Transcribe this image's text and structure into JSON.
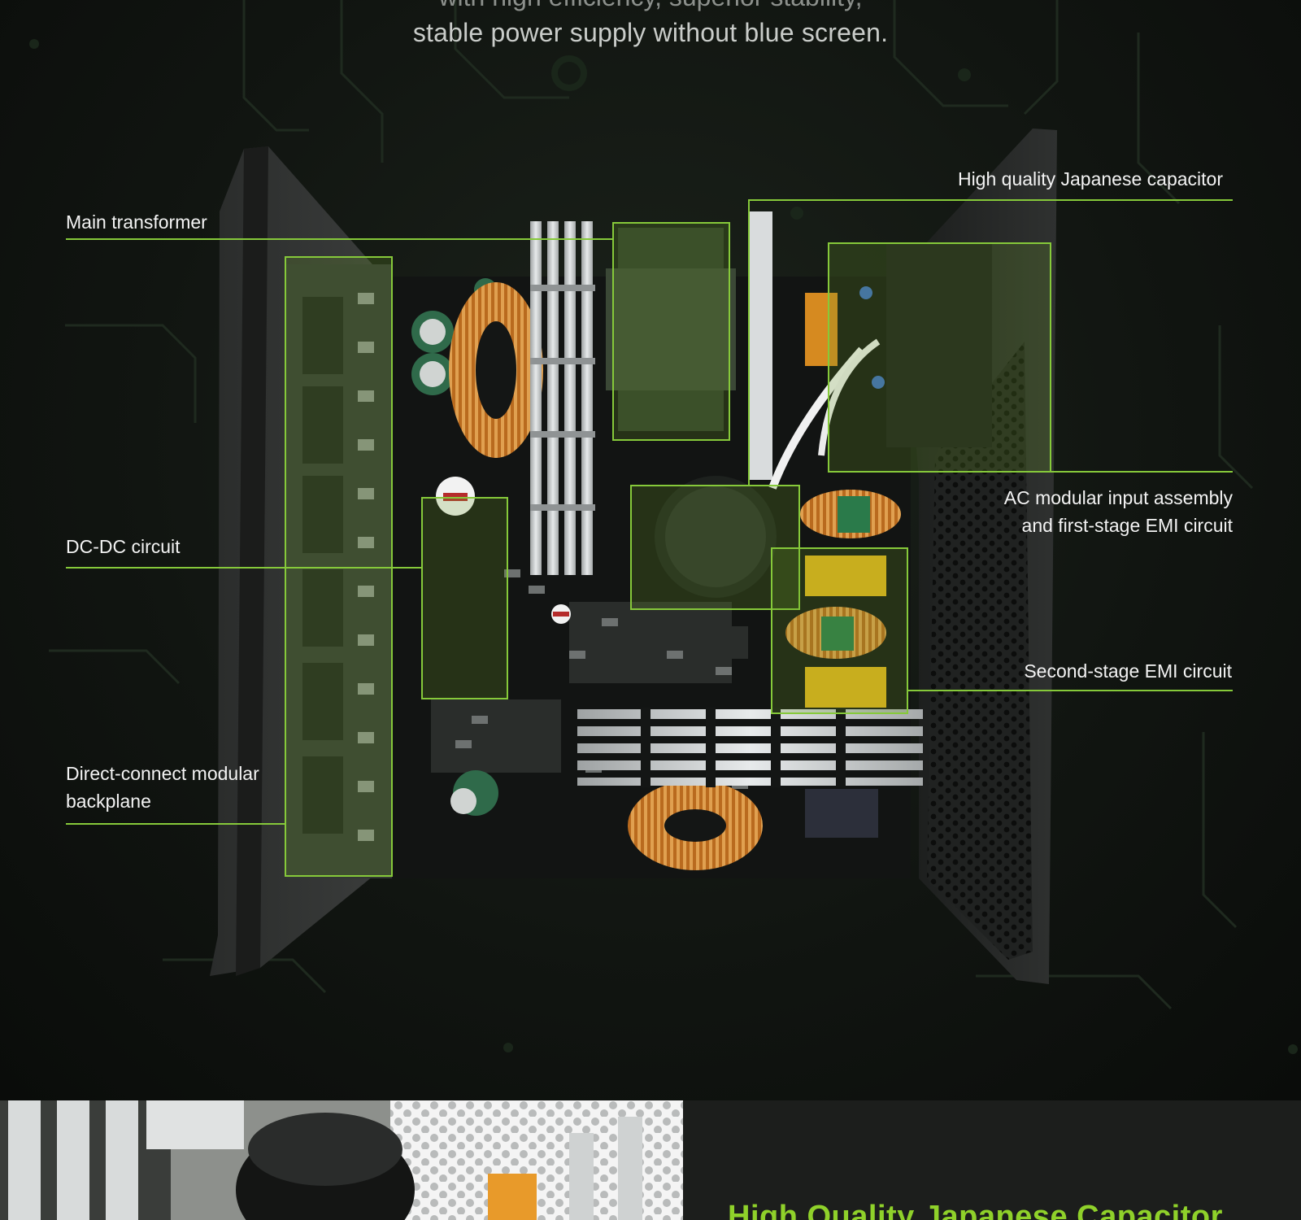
{
  "hero": {
    "intro_clipped": "with high efficiency, superior stability,",
    "intro": "stable power supply without blue screen."
  },
  "callouts": {
    "main_transformer": "Main transformer",
    "japanese_capacitor": "High quality Japanese capacitor",
    "ac_input_line1": "AC modular input assembly",
    "ac_input_line2": "and first-stage EMI circuit",
    "dc_dc": "DC-DC circuit",
    "second_emi": "Second-stage EMI circuit",
    "backplane_line1": "Direct-connect modular",
    "backplane_line2": "backplane"
  },
  "feature": {
    "title": "High Quality Japanese Capacitor"
  },
  "colors": {
    "accent": "#8fd12a",
    "callout_line": "#86c93a",
    "background": "#0d0f0d"
  }
}
